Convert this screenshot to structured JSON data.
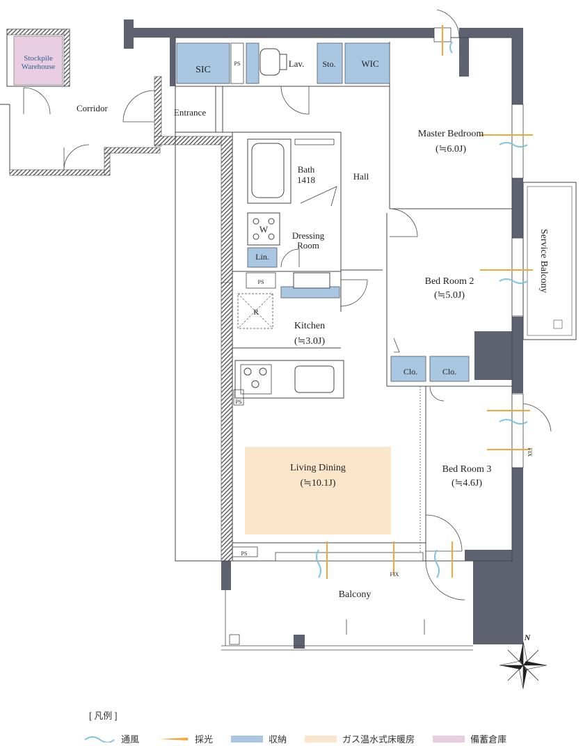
{
  "colors": {
    "wall": "#5d6170",
    "storage": "#a9c7e0",
    "floor_heating": "#fbe6cb",
    "stockpile": "#e9cde0",
    "ventilation": "#7fc3df",
    "daylight": "#f2a834",
    "line": "#444444"
  },
  "rooms": {
    "stockpile": "Stockpile\nWarehouse",
    "corridor": "Corridor",
    "sic": "SIC",
    "ps": "PS",
    "lav": "Lav.",
    "sto": "Sto.",
    "wic": "WIC",
    "entrance": "Entrance",
    "master_bedroom": "Master Bedroom",
    "master_bedroom_size": "(≒6.0J)",
    "bath": "Bath",
    "bath_size": "1418",
    "hall": "Hall",
    "w": "W",
    "dressing_room": "Dressing\nRoom",
    "lin": "Lin.",
    "service_balcony": "Service Balcony",
    "bed_room_2": "Bed Room 2",
    "bed_room_2_size": "(≒5.0J)",
    "r": "R",
    "kitchen": "Kitchen",
    "kitchen_size": "(≒3.0J)",
    "clo": "Clo.",
    "living_dining": "Living Dining",
    "living_dining_size": "(≒10.1J)",
    "bed_room_3": "Bed Room 3",
    "bed_room_3_size": "(≒4.6J)",
    "fix": "FIX",
    "balcony": "Balcony",
    "north": "N"
  },
  "legend": {
    "title": "[ 凡例 ]",
    "items": [
      {
        "type": "wave",
        "label": "通風"
      },
      {
        "type": "ray",
        "label": "採光"
      },
      {
        "type": "storage",
        "label": "収納"
      },
      {
        "type": "heating",
        "label": "ガス温水式床暖房"
      },
      {
        "type": "stockpile",
        "label": "備蓄倉庫"
      }
    ]
  }
}
